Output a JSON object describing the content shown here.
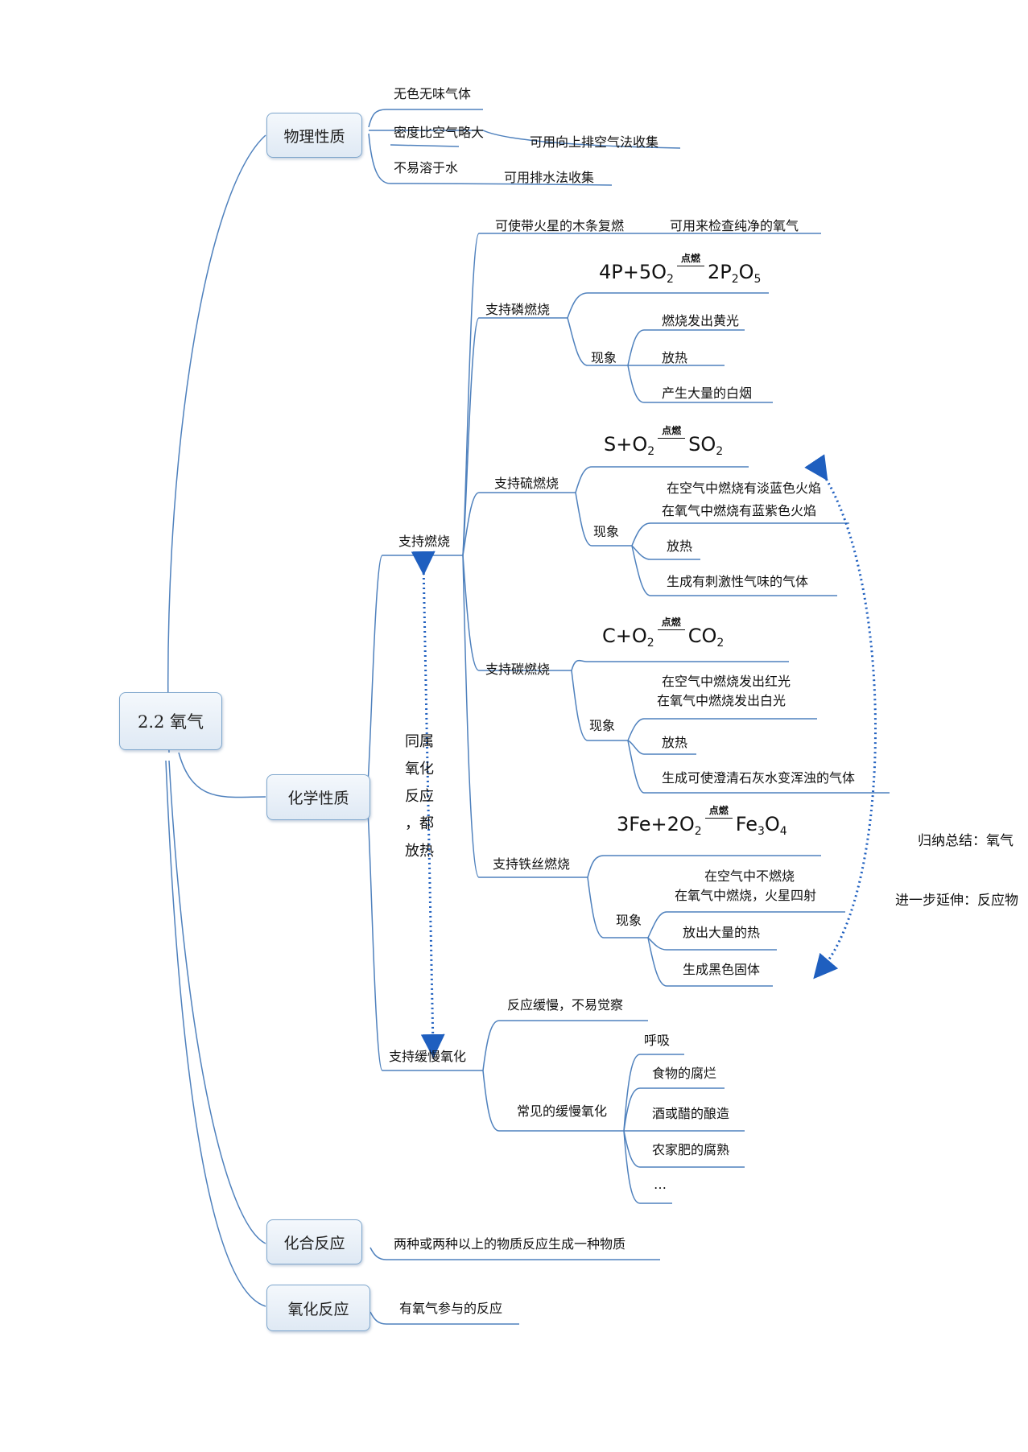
{
  "root": "2.2 氧气",
  "physical": {
    "title": "物理性质",
    "items": [
      "无色无味气体",
      "密度比空气略大",
      "不易溶于水"
    ],
    "notes": [
      "可用向上排空气法收集",
      "可用排水法收集"
    ]
  },
  "chemical": {
    "title": "化学性质",
    "combustion": "支持燃烧",
    "relight": "可使带火星的木条复燃",
    "relight_note": "可用来检查纯净的氧气",
    "phenomenon_label": "现象",
    "condition": "点燃",
    "phosphorus": {
      "title": "支持磷燃烧",
      "eq": {
        "l1": "4P+5O",
        "l1s": "2",
        "r1": "2P",
        "r1s": "2",
        "r2": "O",
        "r2s": "5"
      },
      "items": [
        "燃烧发出黄光",
        "放热",
        "产生大量的白烟"
      ]
    },
    "sulfur": {
      "title": "支持硫燃烧",
      "eq": {
        "l1": "S+O",
        "l1s": "2",
        "r1": "SO",
        "r1s": "2"
      },
      "items": [
        "在空气中燃烧有淡蓝色火焰",
        "在氧气中燃烧有蓝紫色火焰",
        "放热",
        "生成有刺激性气味的气体"
      ]
    },
    "carbon": {
      "title": "支持碳燃烧",
      "eq": {
        "l1": "C+O",
        "l1s": "2",
        "r1": "CO",
        "r1s": "2"
      },
      "items": [
        "在空气中燃烧发出红光",
        "在氧气中燃烧发出白光",
        "放热",
        "生成可使澄清石灰水变浑浊的气体"
      ]
    },
    "iron": {
      "title": "支持铁丝燃烧",
      "eq": {
        "l1": "3Fe+2O",
        "l1s": "2",
        "r1": "Fe",
        "r1s": "3",
        "r2": "O",
        "r2s": "4"
      },
      "items": [
        "在空气中不燃烧",
        "在氧气中燃烧，火星四射",
        "放出大量的热",
        "生成黑色固体"
      ]
    },
    "slow": {
      "title": "支持缓慢氧化",
      "desc": "反应缓慢，不易觉察",
      "common": "常见的缓慢氧化",
      "items": [
        "呼吸",
        "食物的腐烂",
        "酒或醋的酿造",
        "农家肥的腐熟",
        "…"
      ]
    },
    "vertical_note": [
      "同属",
      "氧化",
      "反应",
      "，都",
      "放热"
    ],
    "summary": "归纳总结：氧气",
    "extension": "进一步延伸：反应物"
  },
  "combination": {
    "title": "化合反应",
    "desc": "两种或两种以上的物质反应生成一种物质"
  },
  "oxidation": {
    "title": "氧化反应",
    "desc": "有氧气参与的反应"
  },
  "colors": {
    "line": "#4f81bd",
    "node_border": "#7ea6cc",
    "dotted": "#1f5fbf"
  }
}
